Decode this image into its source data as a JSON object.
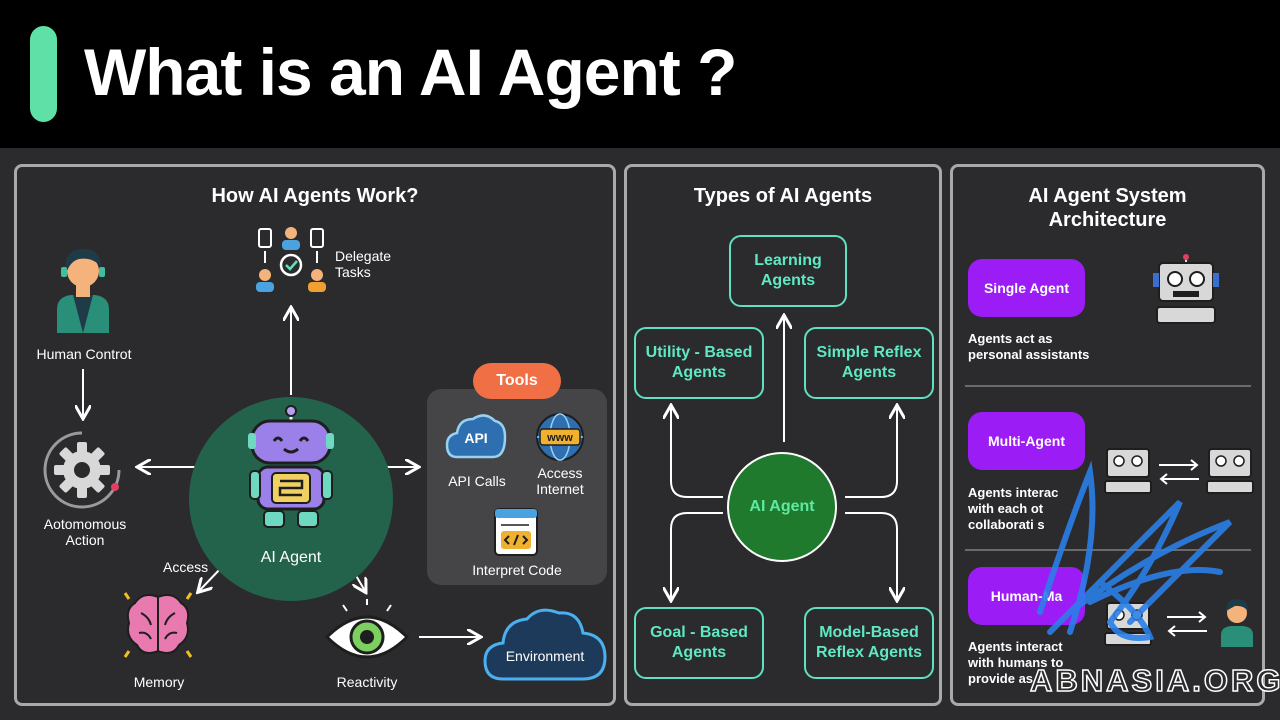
{
  "header": {
    "title": "What is an AI Agent ?"
  },
  "panel_work": {
    "title": "How AI Agents Work?",
    "delegate": [
      "Delegate",
      "Tasks"
    ],
    "human_control": "Human Controt",
    "autonomous": [
      "Aotomomous",
      "Action"
    ],
    "access": "Access",
    "ai_agent": "AI Agent",
    "memory": "Memory",
    "reactivity": "Reactivity",
    "environment": "Environment",
    "tools": {
      "title": "Tools",
      "api": "API Calls",
      "api_icon_text": "API",
      "internet": [
        "Access",
        "Internet"
      ],
      "www_icon_text": "www",
      "code": "Interpret Code"
    }
  },
  "panel_types": {
    "title": "Types of AI Agents",
    "learning": [
      "Learning",
      "Agents"
    ],
    "utility": [
      "Utility - Based",
      "Agents"
    ],
    "simple_reflex": [
      "Simple Reflex",
      "Agents"
    ],
    "center": "AI Agent",
    "goal": [
      "Goal - Based",
      "Agents"
    ],
    "model_reflex": [
      "Model-Based",
      "Reflex Agents"
    ]
  },
  "panel_arch": {
    "title": [
      "AI Agent System",
      "Architecture"
    ],
    "single": {
      "label": "Single Agent",
      "desc": [
        "Agents act as",
        "personal assistants"
      ]
    },
    "multi": {
      "label": "Multi-Agent",
      "desc": [
        "Agents interac",
        "with each ot",
        "collaborati     s"
      ]
    },
    "human": {
      "label": "Human-Ma",
      "desc": [
        "Agents interact",
        "with humans to",
        "provide as"
      ]
    }
  },
  "watermark": "ABNASIA.ORG",
  "colors": {
    "accent": "#5fe0a6",
    "teal": "#5fe0c0",
    "orange": "#f06f45",
    "purple": "#9b1cf5",
    "agent_green": "#23624b"
  }
}
